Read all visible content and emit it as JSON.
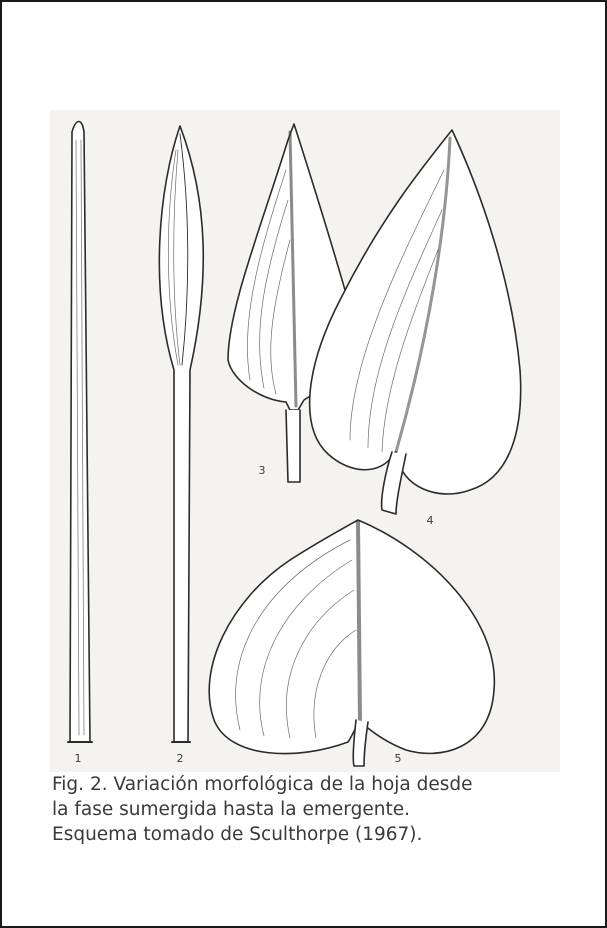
{
  "figure": {
    "leaf_numbers": [
      "1",
      "2",
      "3",
      "4",
      "5"
    ],
    "line_color": "#2b2b2b",
    "paper_color": "#f4f3ef"
  },
  "caption": {
    "lines": [
      "Fig. 2. Variación morfológica de la hoja desde",
      "la fase sumergida hasta la emergente.",
      "Esquema tomado de Sculthorpe (1967)."
    ]
  }
}
